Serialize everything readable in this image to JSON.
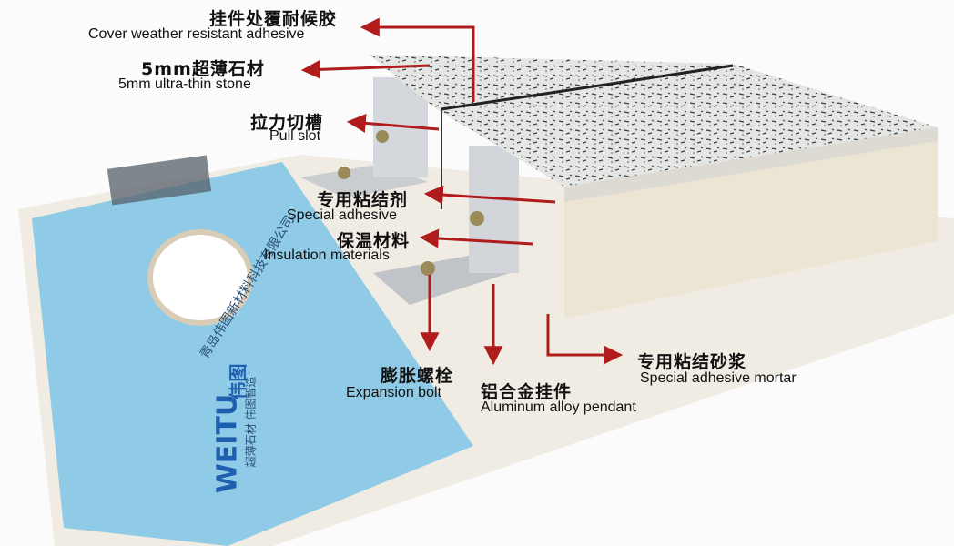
{
  "labels": [
    {
      "zh": "挂件处覆耐候胶",
      "en": "Cover weather resistant adhesive"
    },
    {
      "zh": "5mm超薄石材",
      "en": "5mm ultra-thin stone"
    },
    {
      "zh": "拉力切槽",
      "en": "Pull slot"
    },
    {
      "zh": "专用粘结剂",
      "en": "Special adhesive"
    },
    {
      "zh": "保温材料",
      "en": "Insulation materials"
    },
    {
      "zh": "膨胀螺栓",
      "en": "Expansion bolt"
    },
    {
      "zh": "铝合金挂件",
      "en": "Aluminum alloy pendant"
    },
    {
      "zh": "专用粘结砂浆",
      "en": "Special adhesive mortar"
    }
  ],
  "board": {
    "company": "青岛伟图新材料科技有限公司",
    "logo_en": "WEITU",
    "logo_zh": "伟图",
    "slogan": "超薄石材 伟图智造"
  },
  "colors": {
    "arrow": "#b01c1c",
    "board_blue": "#8fcbe6",
    "logo_green": "#3aa05a",
    "logo_blue": "#1f5fb0"
  }
}
